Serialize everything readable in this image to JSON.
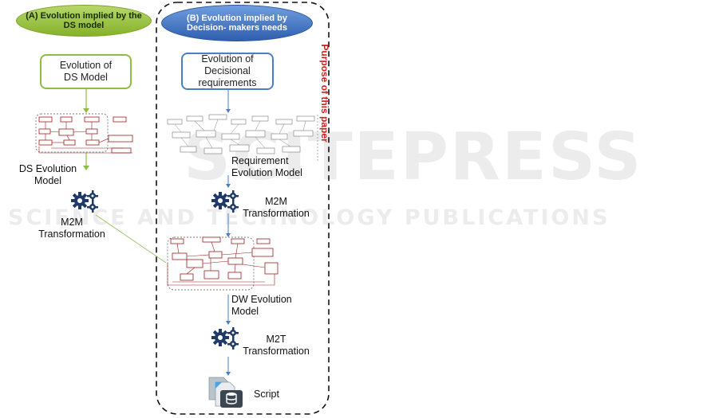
{
  "watermark": {
    "logo_text": "SCITEPRESS",
    "subtitle": "SCIENCE AND TECHNOLOGY PUBLICATIONS"
  },
  "colors": {
    "green_pill": "#9bc23c",
    "blue_pill": "#3f6fbe",
    "green_border": "#8cbf3f",
    "blue_border": "#4a7fc1",
    "red_text": "#d21f1f",
    "uml_red": "#9e1b1b",
    "gear_blue": "#1f3a66"
  },
  "left": {
    "header": "(A) Evolution\nimplied by the DS\nmodel",
    "box": "Evolution of\nDS Model",
    "model_label": "DS Evolution\nModel",
    "transform_label": "M2M\nTransformation"
  },
  "right": {
    "header": "(B) Evolution\nimplied by Decision-\nmakers needs",
    "box": "Evolution of\nDecisional\nrequirements",
    "req_label": "Requirement\nEvolution Model",
    "m2m_label": "M2M\nTransformation",
    "dw_label": "DW Evolution\nModel",
    "m2t_label": "M2T\nTransformation",
    "script_label": "Script",
    "purpose": "Purpose of this paper"
  },
  "icons": {
    "gear": "gears-icon",
    "script": "script-document-icon"
  }
}
